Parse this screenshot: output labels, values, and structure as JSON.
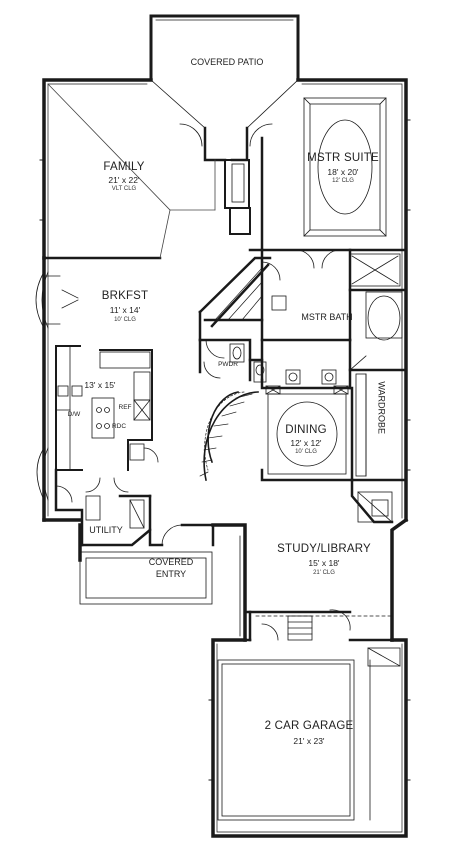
{
  "rooms": {
    "covered_patio": {
      "name": "COVERED PATIO"
    },
    "family": {
      "name": "FAMILY",
      "dims": "21' x 22'",
      "ceiling": "VLT CLG"
    },
    "mstr_suite": {
      "name": "MSTR SUITE",
      "dims": "18' x 20'",
      "ceiling": "12' CLG"
    },
    "brkfst": {
      "name": "BRKFST",
      "dims": "11' x 14'",
      "ceiling": "10' CLG"
    },
    "mstr_bath": {
      "name": "MSTR BATH"
    },
    "kitchen": {
      "dims": "13' x 15'"
    },
    "pwdr": {
      "name": "PWDR"
    },
    "wardrobe": {
      "name": "WARDROBE"
    },
    "dining": {
      "name": "DINING",
      "dims": "12' x 12'",
      "ceiling": "10' CLG"
    },
    "utility": {
      "name": "UTILITY"
    },
    "covered_entry": {
      "line1": "COVERED",
      "line2": "ENTRY"
    },
    "study_library": {
      "name": "STUDY/LIBRARY",
      "dims": "15' x 18'",
      "ceiling": "21' CLG"
    },
    "garage": {
      "name": "2 CAR GARAGE",
      "dims": "21' x 23'"
    }
  },
  "fixtures": {
    "refrigerator": "REF",
    "range": "RDC",
    "dishwasher": "D/W"
  }
}
